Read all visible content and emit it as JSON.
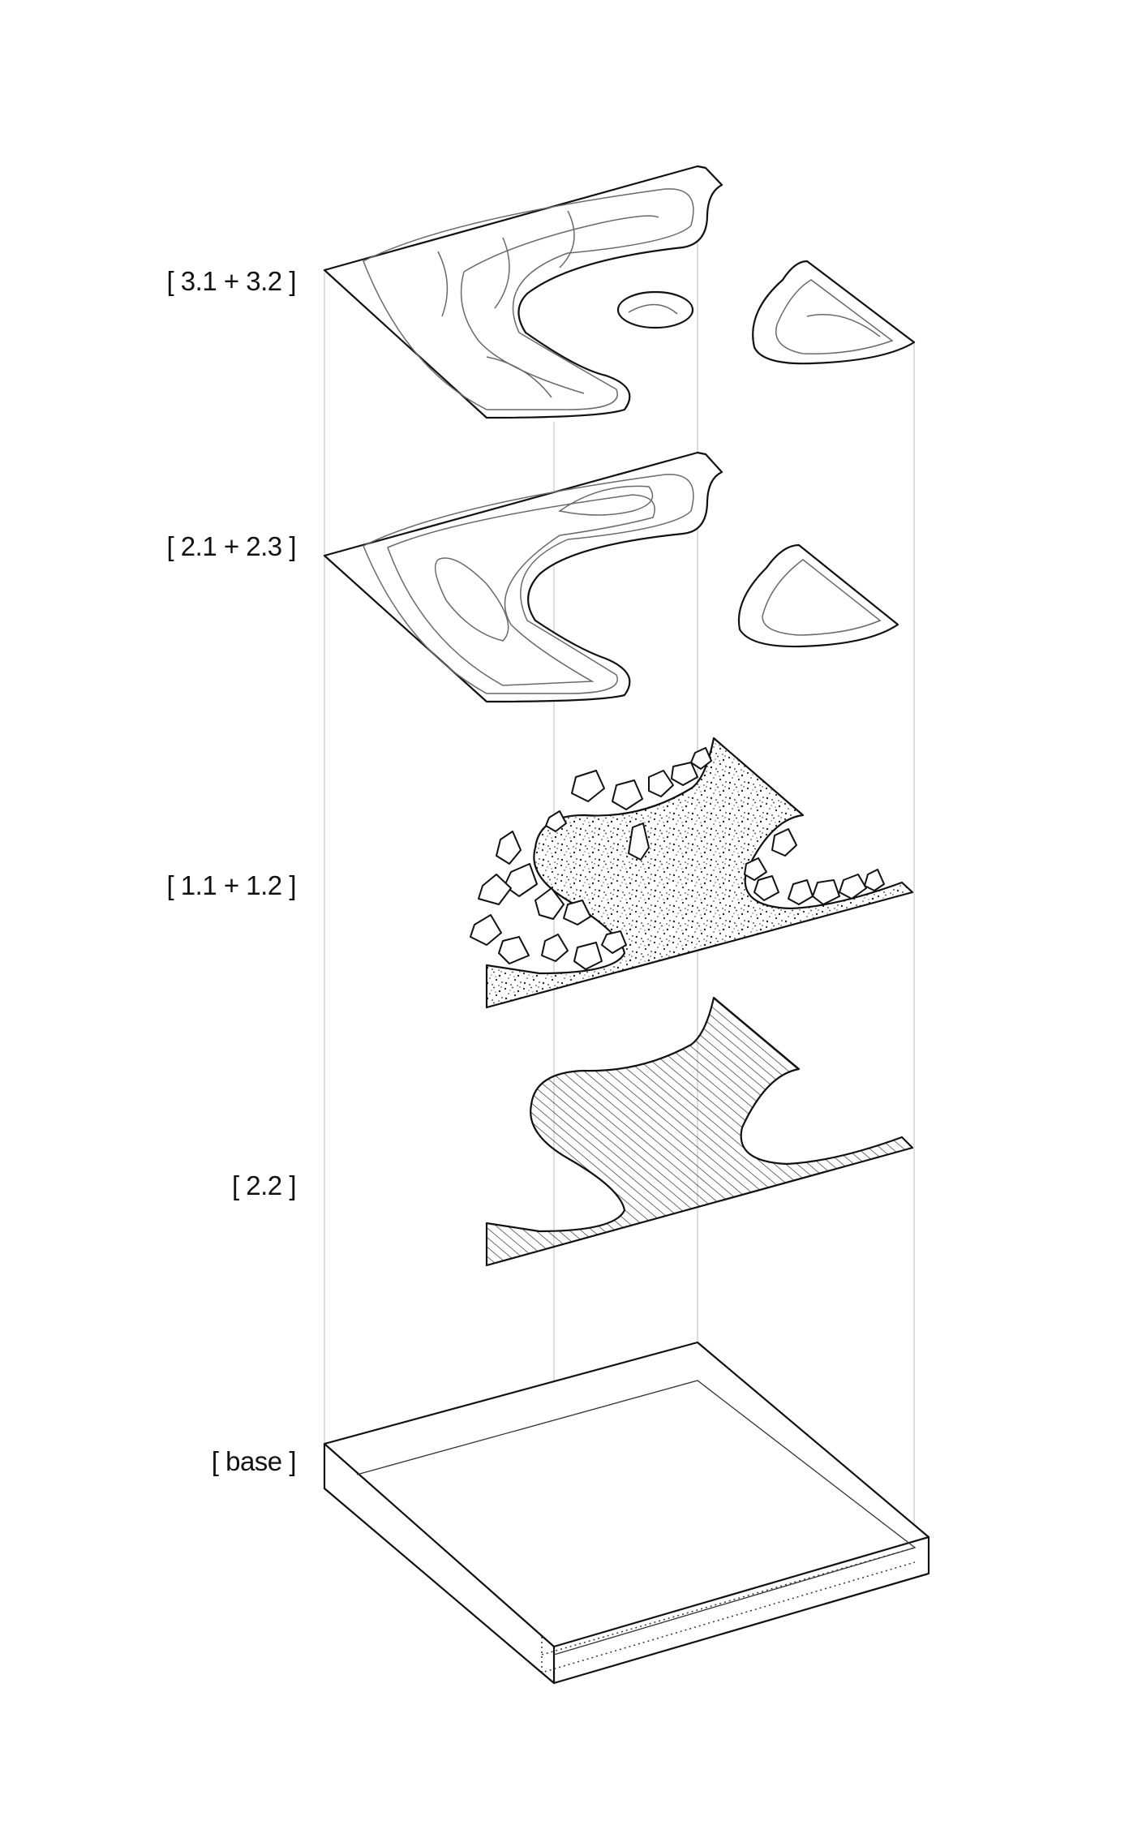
{
  "layers": [
    {
      "id": "layer-3",
      "label": "[ 3.1 + 3.2 ]"
    },
    {
      "id": "layer-2",
      "label": "[ 2.1 + 2.3 ]"
    },
    {
      "id": "layer-1",
      "label": "[ 1.1 + 1.2 ]"
    },
    {
      "id": "layer-22",
      "label": "[ 2.2 ]"
    },
    {
      "id": "layer-base",
      "label": "[ base ]"
    }
  ],
  "style": {
    "stroke": "#111111",
    "guide": "#c8c8c8",
    "contour": "#6a6a6a",
    "background": "#ffffff"
  }
}
